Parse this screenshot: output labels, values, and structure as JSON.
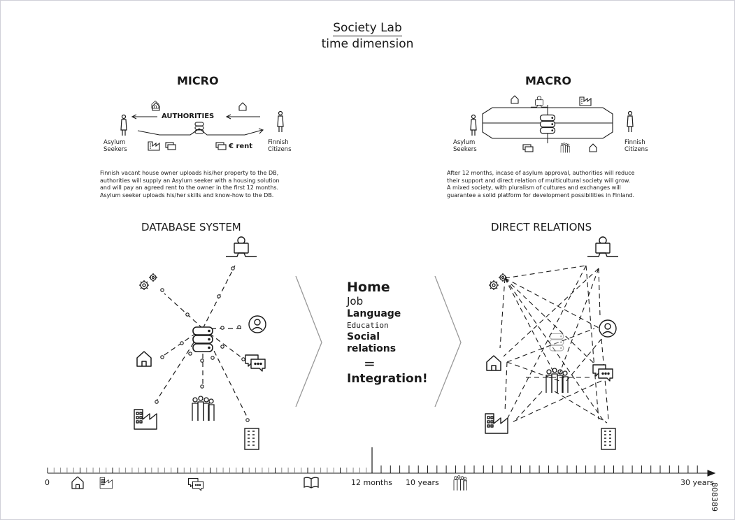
{
  "header": {
    "title": "Society Lab",
    "subtitle": "time dimension"
  },
  "micro": {
    "heading": "MICRO",
    "authorities": "AUTHORITIES",
    "asylum_seekers": [
      "Asylum",
      "Seekers"
    ],
    "finnish_citizens": [
      "Finnish",
      "Citizens"
    ],
    "rent": "€ rent",
    "description": "Finnish vacant house owner uploads his/her property to the DB,\nauthorities will supply an Asylum seeker with a housing solution\nand will pay an agreed rent to the owner in the first 12 months.\nAsylum seeker uploads his/her skills and know-how to the DB."
  },
  "macro": {
    "heading": "MACRO",
    "asylum_seekers": [
      "Asylum",
      "Seekers"
    ],
    "finnish_citizens": [
      "Finnish",
      "Citizens"
    ],
    "description": "After 12 months, incase of asylum approval, authorities will reduce\ntheir support and direct relation of multicultural society will grow.\nA mixed society, with pluralism of cultures and exchanges will\nguarantee a solid platform for development possibilities in Finland."
  },
  "left_section": {
    "heading": "DATABASE SYSTEM"
  },
  "right_section": {
    "heading": "DIRECT RELATIONS"
  },
  "center_words": {
    "home": "Home",
    "job": "Job",
    "language": "Language",
    "education": "Education",
    "social": "Social",
    "relations": "relations",
    "equals": "=",
    "integration": "Integration!"
  },
  "timeline": {
    "start": "0",
    "months": "12 months",
    "ten_years": "10 years",
    "thirty_years": "30 years"
  },
  "figure_id": "808389",
  "icons": [
    "database-icon",
    "gear-icon",
    "computer-user-icon",
    "person-icon",
    "chat-icon",
    "house-icon",
    "factory-icon",
    "building-icon",
    "people-group-icon",
    "book-icon",
    "money-icon"
  ]
}
